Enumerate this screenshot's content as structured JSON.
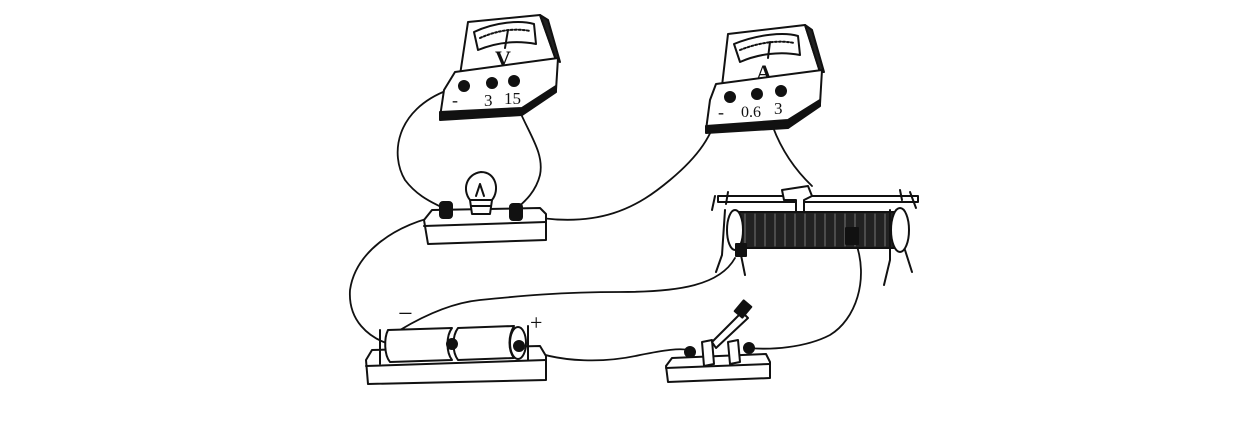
{
  "voltmeter": {
    "symbol": "V",
    "terminals": [
      "-",
      "3",
      "15"
    ]
  },
  "ammeter": {
    "symbol": "A",
    "terminals": [
      "-",
      "0.6",
      "3"
    ]
  },
  "battery": {
    "negative_label": "−",
    "positive_label": "+"
  },
  "colors": {
    "ink": "#111111",
    "paper": "#ffffff"
  }
}
